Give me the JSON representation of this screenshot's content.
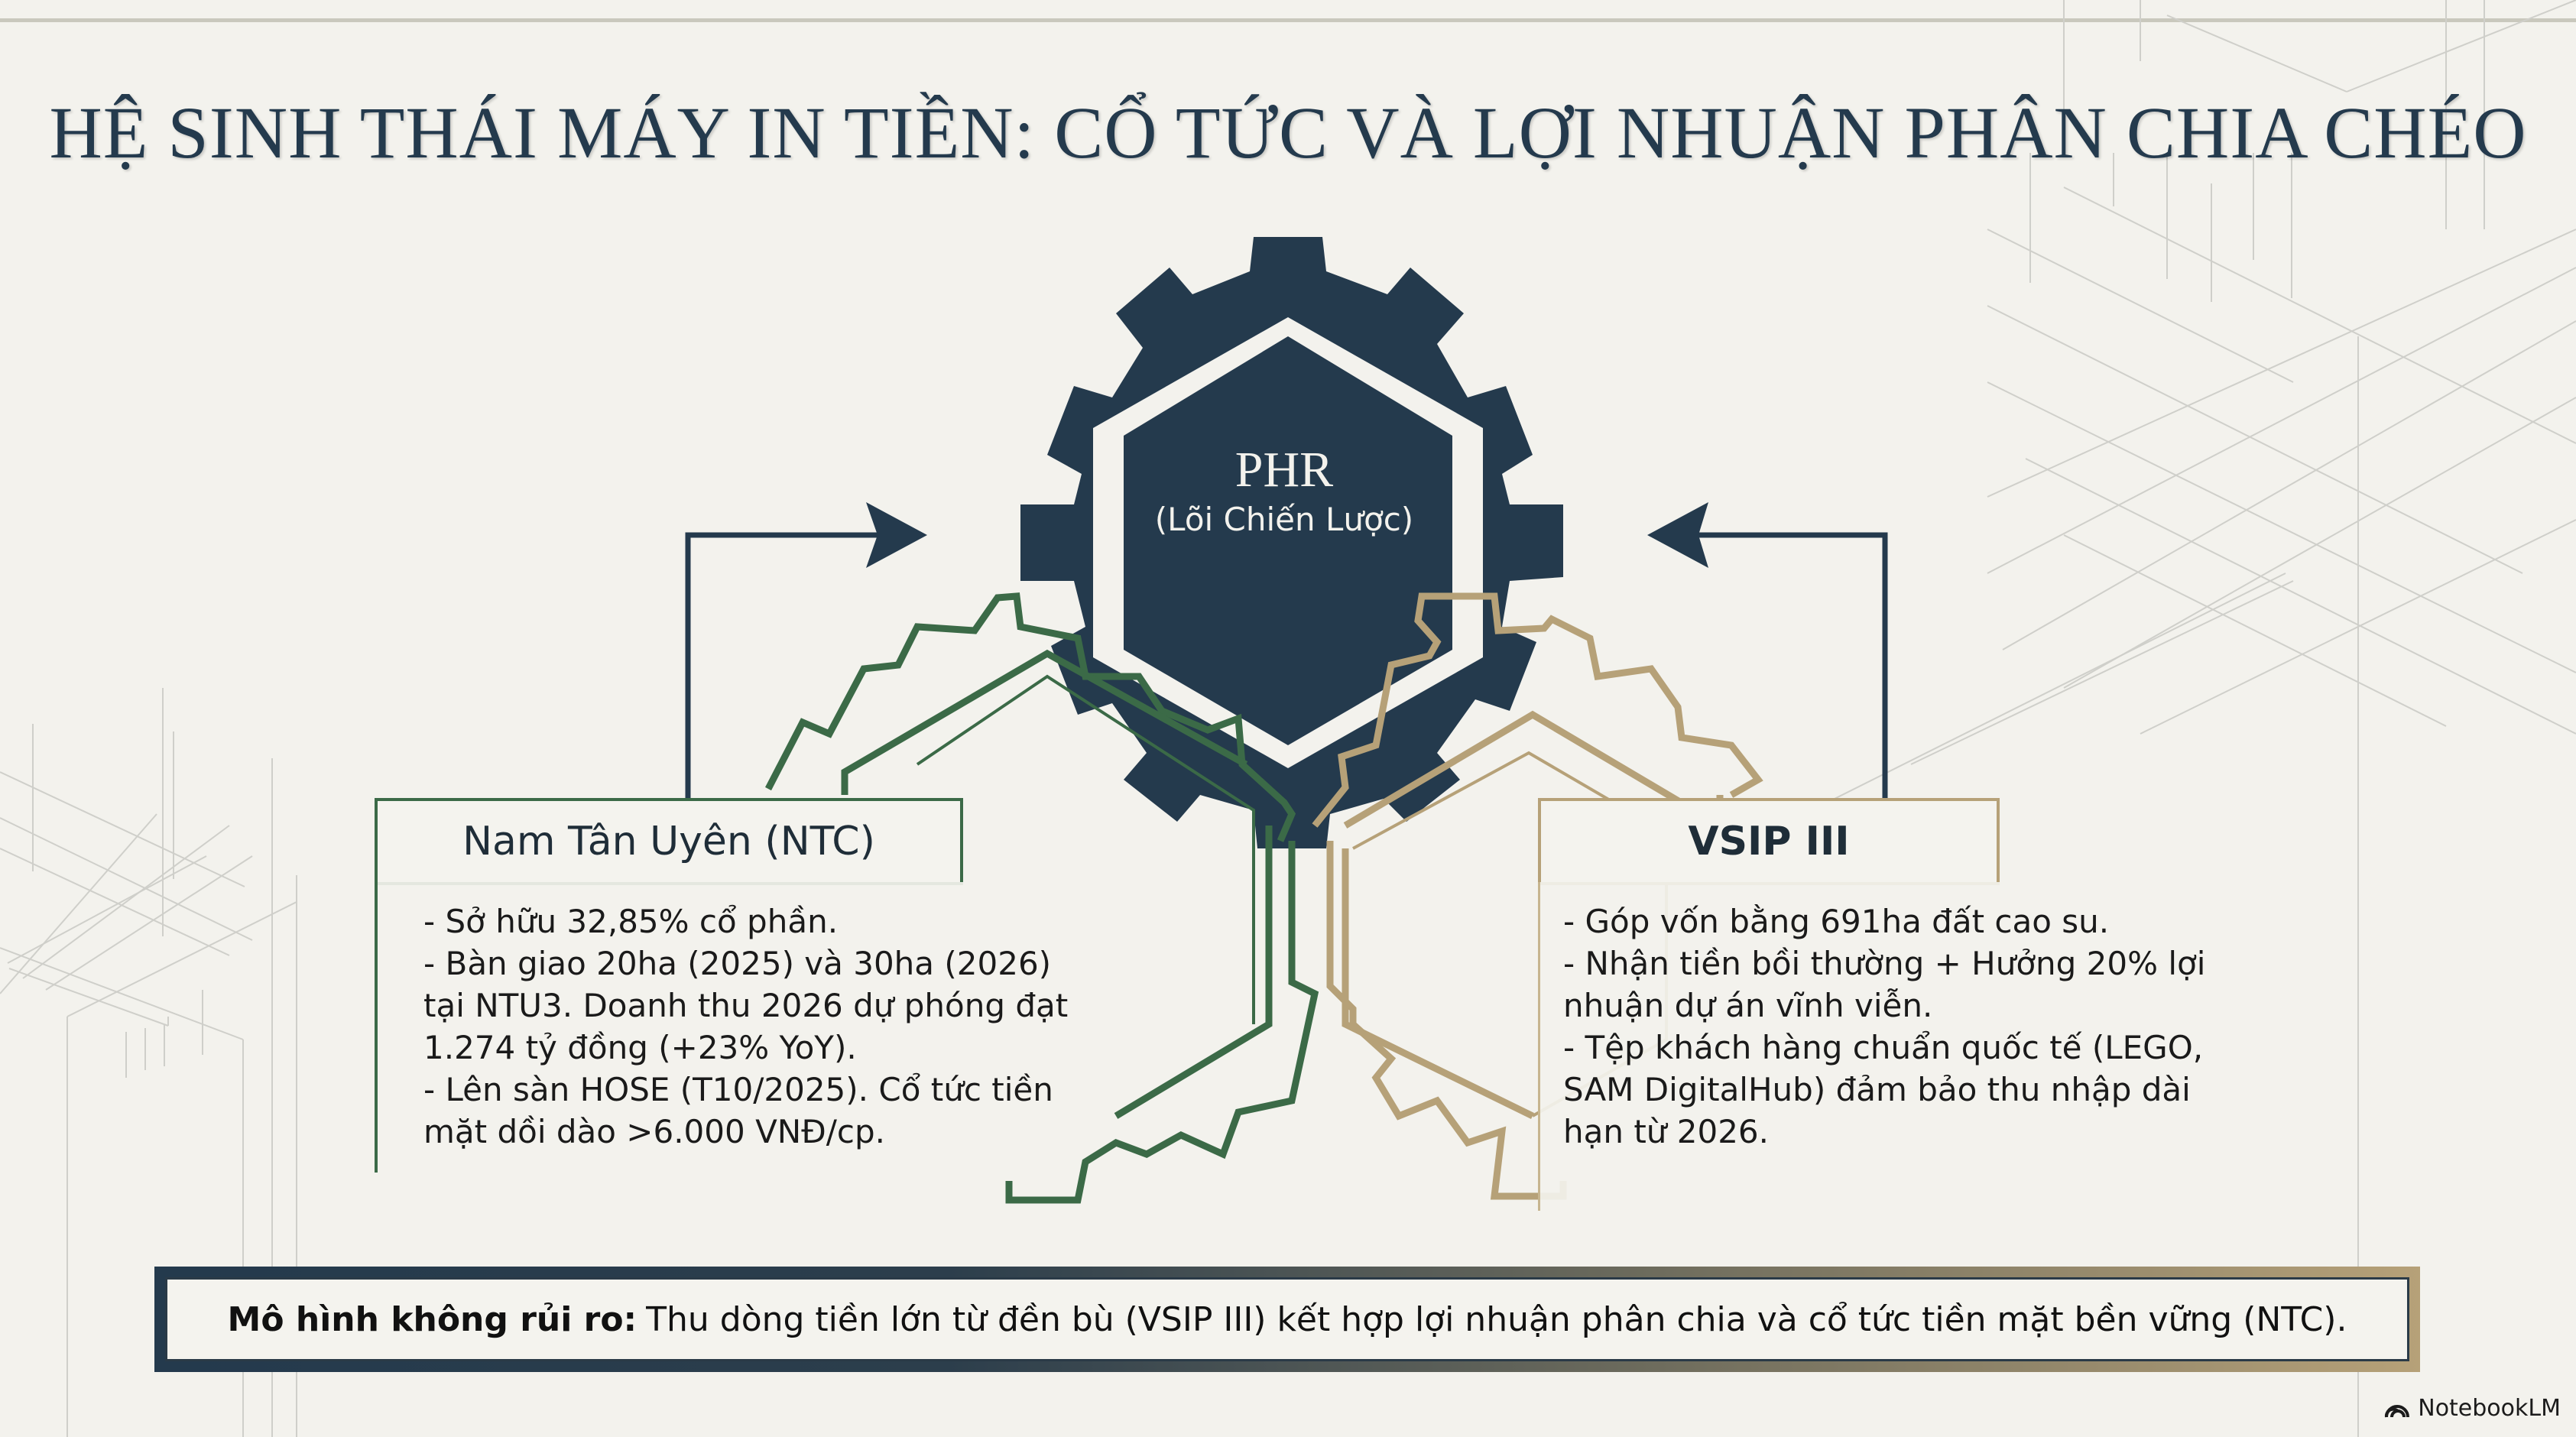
{
  "slide": {
    "title": "HỆ SINH THÁI MÁY IN TIỀN: CỔ TỨC VÀ LỢI NHUẬN PHÂN CHIA CHÉO"
  },
  "hub": {
    "name": "PHR",
    "subtitle": "(Lõi Chiến Lược)",
    "color": "#243a4d"
  },
  "left_card": {
    "title": "Nam Tân Uyên (NTC)",
    "accent_color": "#3b6a47",
    "bullets": "- Sở hữu 32,85% cổ phần.\n- Bàn giao 20ha (2025) và 30ha (2026)\ntại NTU3. Doanh thu 2026 dự phóng đạt\n1.274 tỷ đồng (+23% YoY).\n- Lên sàn HOSE (T10/2025). Cổ tức tiền\nmặt dồi dào >6.000 VNĐ/cp."
  },
  "right_card": {
    "title": "VSIP III",
    "accent_color": "#b6a178",
    "bullets": "- Góp vốn bằng 691ha đất cao su.\n- Nhận tiền bồi thường + Hưởng 20% lợi\nnhuận dự án vĩnh viễn.\n- Tệp khách hàng chuẩn quốc tế (LEGO,\nSAM DigitalHub) đảm bảo thu nhập dài\nhạn từ 2026."
  },
  "banner": {
    "bold_label": "Mô hình không rủi ro:",
    "text": "Thu dòng tiền lớn từ đền bù (VSIP III) kết hợp lợi nhuận phân chia và cổ tức tiền mặt bền vững (NTC)."
  },
  "branding": {
    "label": "NotebookLM"
  }
}
